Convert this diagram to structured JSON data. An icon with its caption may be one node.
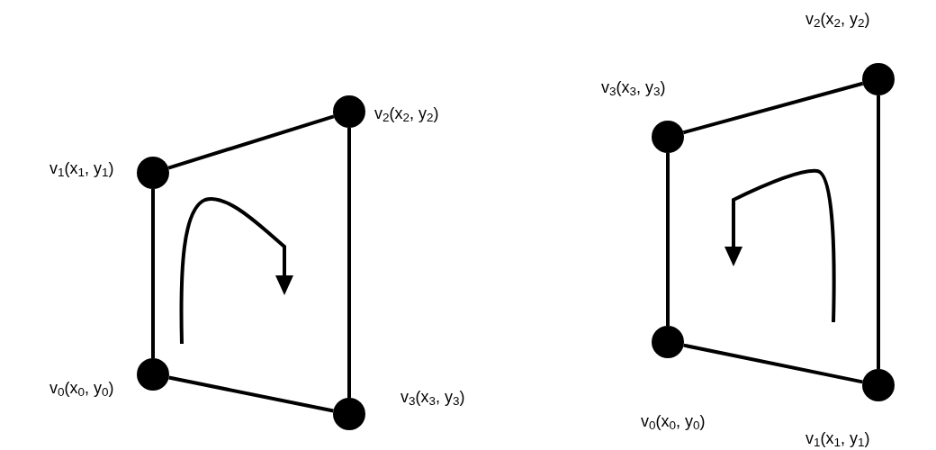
{
  "diagram": {
    "nodes": [
      {
        "text": [],
        "shape": "circle",
        "beside": [
          "v$_{0}$(x$_{0}$, y$_{0}$)"
        ]
      },
      {
        "text": [],
        "shape": "circle",
        "beside": [
          "v$_{1}$(x$_{1}$, y$_{1}$)"
        ]
      },
      {
        "text": [],
        "shape": "circle",
        "beside": [
          "v$_{2}$(x$_{2}$, y$_{2}$)"
        ]
      },
      {
        "text": [],
        "shape": "circle",
        "beside": [
          "v$_{3}$(x$_{3}$, y$_{3}$)"
        ]
      },
      {
        "text": [],
        "shape": "circle",
        "beside": [
          "v$_{0}$(x$_{0}$, y$_{0}$)"
        ]
      },
      {
        "text": [],
        "shape": "circle",
        "beside": [
          "v$_{1}$(x$_{1}$, y$_{1}$)"
        ]
      },
      {
        "text": [],
        "shape": "circle",
        "beside": [
          "v$_{2}$(x$_{2}$, y$_{2}$)"
        ]
      },
      {
        "text": [],
        "shape": "circle",
        "beside": [
          "v$_{3}$(x$_{3}$, y$_{3}$)"
        ]
      }
    ],
    "edges": [
      {
        "from": 0,
        "to": 1,
        "arrow": "none"
      },
      {
        "from": 1,
        "to": 2,
        "arrow": "none"
      },
      {
        "from": 2,
        "to": 3,
        "arrow": "none"
      },
      {
        "from": 3,
        "to": 0,
        "arrow": "none"
      },
      {
        "from": 4,
        "to": 5,
        "arrow": "none"
      },
      {
        "from": 5,
        "to": 6,
        "arrow": "none"
      },
      {
        "from": 6,
        "to": 7,
        "arrow": "none"
      },
      {
        "from": 7,
        "to": 4,
        "arrow": "none"
      }
    ]
  }
}
